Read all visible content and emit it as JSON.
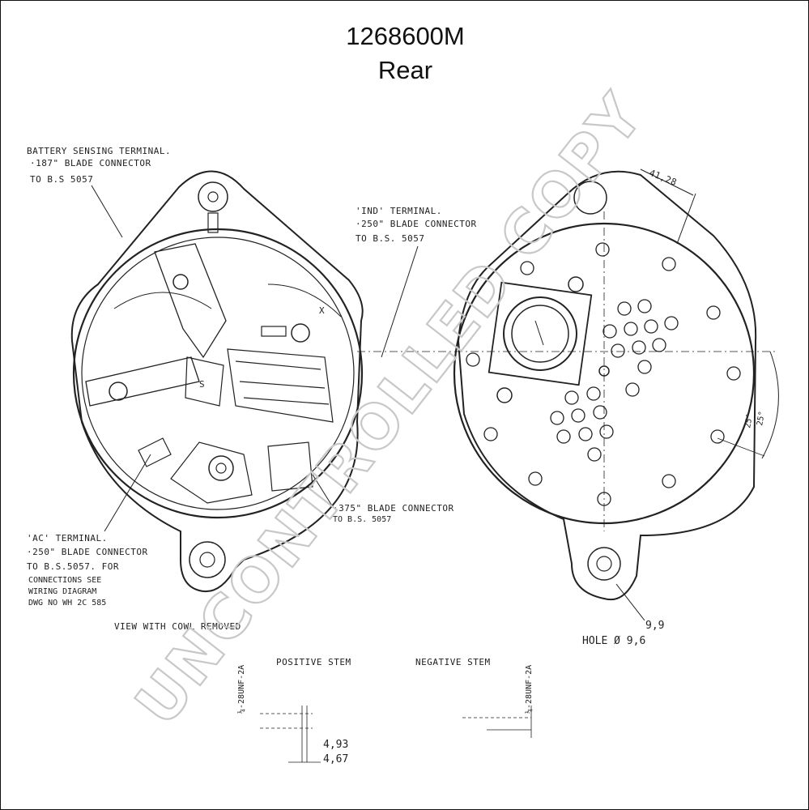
{
  "title": {
    "part_number": "1268600M",
    "view": "Rear"
  },
  "watermark": "UNCONTROLLED COPY",
  "left_view": {
    "battery_label": [
      "BATTERY SENSING TERMINAL.",
      "·187\" BLADE CONNECTOR",
      "TO B.S 5057"
    ],
    "ind_label": [
      "'IND' TERMINAL.",
      "·250\" BLADE CONNECTOR",
      "TO B.S. 5057"
    ],
    "blade375_label": [
      "·375\" BLADE CONNECTOR",
      "TO B.S. 5057"
    ],
    "ac_label": [
      "'AC' TERMINAL.",
      "·250\" BLADE CONNECTOR",
      "TO B.S.5057.  FOR",
      "CONNECTIONS SEE",
      "WIRING DIAGRAM",
      "DWG NO WH 2C 585"
    ],
    "marks": {
      "x_mark": "X",
      "s_mark": "S"
    },
    "caption": "VIEW WITH COWL REMOVED"
  },
  "right_view": {
    "dim_top": "41,28",
    "angle_outer": "25°",
    "angle_inner": "25°",
    "hole_value": "9,9",
    "hole_label": "HOLE  Ø 9,6"
  },
  "stems": {
    "positive_label": "POSITIVE STEM",
    "negative_label": "NEGATIVE STEM",
    "thread_left": "¼-28UNF-2A",
    "thread_right": "¼-28UNF-2A",
    "dim_upper": "4,93",
    "dim_lower": "4,67"
  }
}
